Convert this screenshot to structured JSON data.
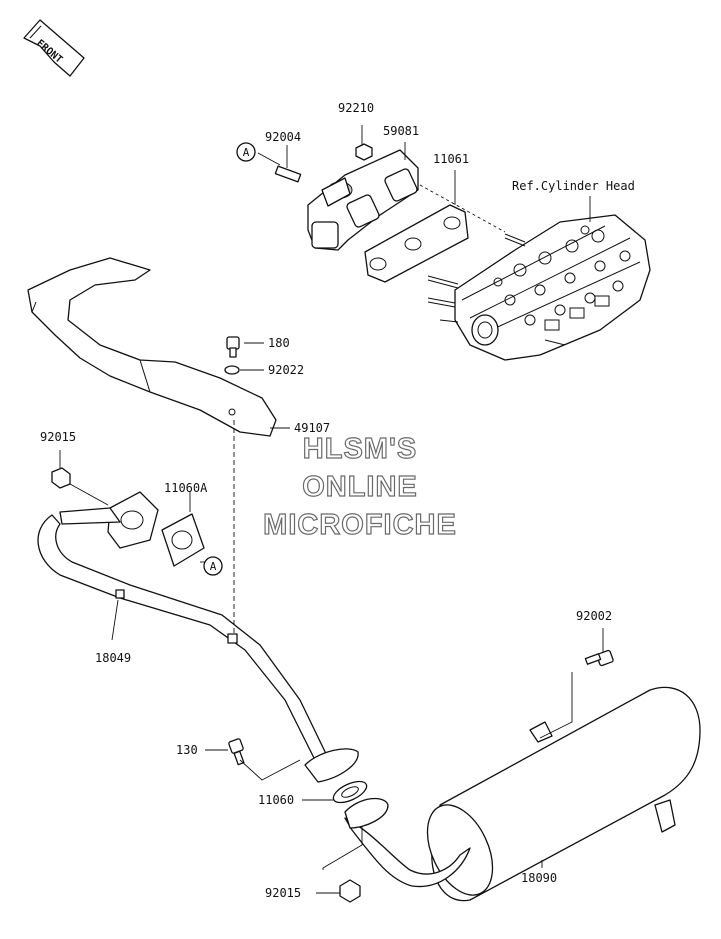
{
  "front_badge": "FRONT",
  "reference_label": "Ref.Cylinder Head",
  "callout_marker": "A",
  "watermark": [
    "HLSM'S",
    "ONLINE",
    "MICROFICHE"
  ],
  "part_labels": {
    "p92004": "92004",
    "p92210": "92210",
    "p59081": "59081",
    "p11061": "11061",
    "p180": "180",
    "p92022": "92022",
    "p49107": "49107",
    "p92015_top": "92015",
    "p11060A": "11060A",
    "p18049": "18049",
    "p92002": "92002",
    "p130": "130",
    "p11060": "11060",
    "p92015_bottom": "92015",
    "p18090": "18090"
  }
}
